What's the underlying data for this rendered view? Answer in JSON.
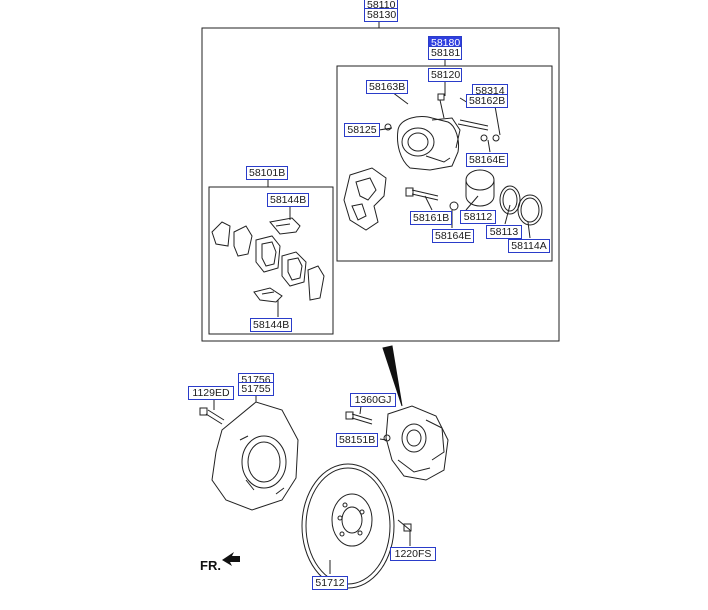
{
  "labels": {
    "l58110": "58110",
    "l58130": "58130",
    "l58180": "58180",
    "l58181": "58181",
    "l58120": "58120",
    "l58163B": "58163B",
    "l58314": "58314",
    "l58162B": "58162B",
    "l58125": "58125",
    "l58164E_a": "58164E",
    "l58101B": "58101B",
    "l58144B_a": "58144B",
    "l58161B": "58161B",
    "l58112": "58112",
    "l58164E_b": "58164E",
    "l58113": "58113",
    "l58114A": "58114A",
    "l58144B_b": "58144B",
    "l51756": "51756",
    "l51755": "51755",
    "l1129ED": "1129ED",
    "l1360GJ": "1360GJ",
    "l58151B": "58151B",
    "l1220FS": "1220FS",
    "l51712": "51712",
    "fr": "FR."
  },
  "highlight": "58180"
}
